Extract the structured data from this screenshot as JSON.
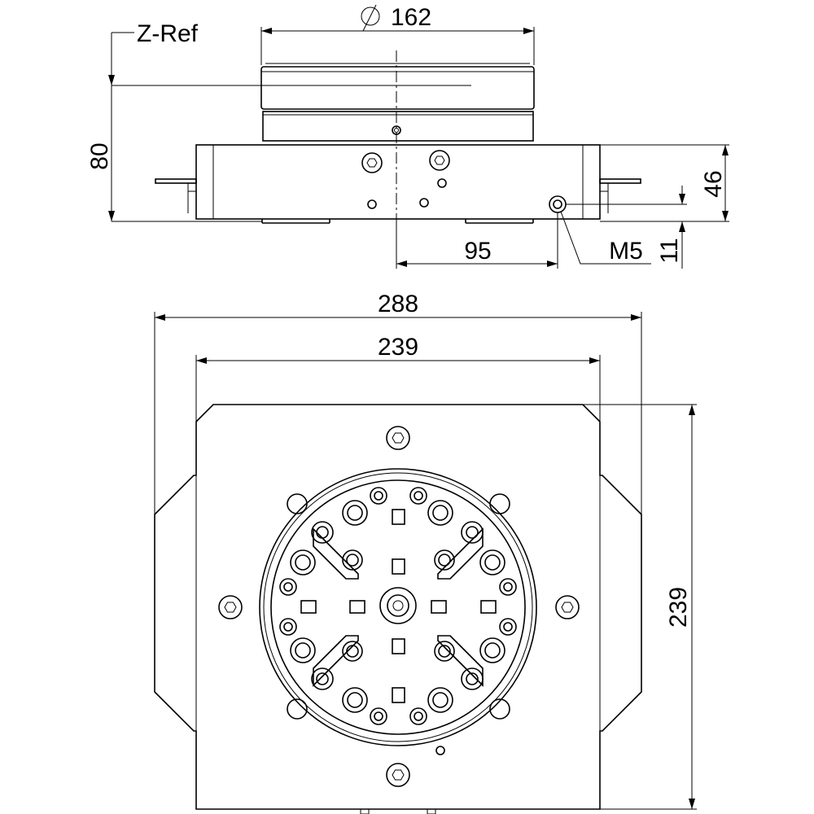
{
  "dimensions": {
    "diameter_symbol": "∅",
    "diameter": "162",
    "z_ref": "Z-Ref",
    "height_total": "80",
    "height_base": "46",
    "offset_hole": "95",
    "thread": "M5",
    "hole_height": "11",
    "width_overall": "288",
    "width_base": "239",
    "depth_base": "239"
  }
}
